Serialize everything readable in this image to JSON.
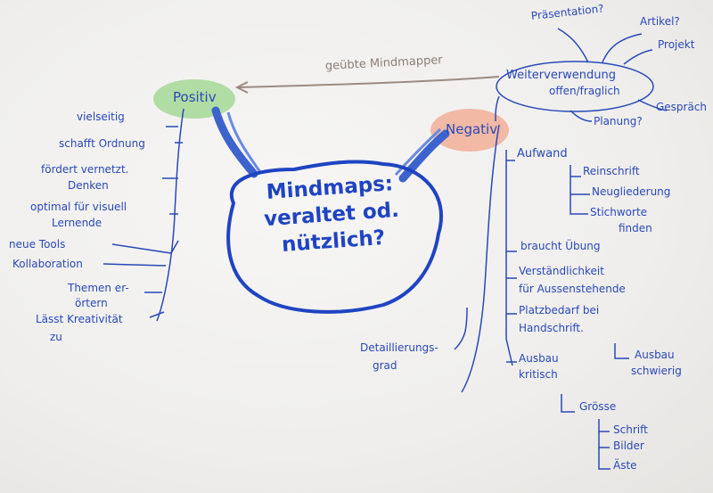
{
  "center": {
    "line1": "Mindmaps:",
    "line2": "veraltet od.",
    "line3": "nützlich?"
  },
  "positiv": {
    "label": "Positiv",
    "items": [
      "vielseitig",
      "schafft Ordnung",
      "fördert vernetzt.",
      "Denken",
      "optimal für visuell",
      "Lernende",
      "neue Tools",
      "Kollaboration",
      "Themen er-",
      "örtern",
      "Lässt Kreativität",
      "zu"
    ]
  },
  "negativ": {
    "label": "Negativ",
    "items": {
      "aufwand": "Aufwand",
      "reinschrift": "Reinschrift",
      "neugliederung": "Neugliederung",
      "stichworte1": "Stichworte",
      "stichworte2": "finden",
      "uebung": "braucht Übung",
      "verstaendlich1": "Verständlichkeit",
      "verstaendlich2": "für Aussenstehende",
      "platz1": "Platzbedarf bei",
      "platz2": "Handschrift.",
      "ausbau1": "Ausbau",
      "ausbau2": "kritisch",
      "ausbauschw1": "Ausbau",
      "ausbauschw2": "schwierig",
      "groesse": "Grösse",
      "schrift": "Schrift",
      "bilder": "Bilder",
      "aeste": "Äste",
      "detail1": "Detaillierungs-",
      "detail2": "grad"
    }
  },
  "weiterverwendung": {
    "label1": "Weiterverwendung",
    "label2": "offen/fraglich",
    "praesentation": "Präsentation?",
    "artikel": "Artikel?",
    "projekt": "Projekt",
    "gespraech": "Gespräch",
    "planung": "Planung?"
  },
  "arrow_label": "geübte Mindmapper",
  "colors": {
    "ink_blue": "#2a48b8",
    "center_blue": "#1f44c2",
    "positive_green": "#8ad07a",
    "negative_salmon": "#f0a58c",
    "arrow_brown": "#9a8b82"
  }
}
